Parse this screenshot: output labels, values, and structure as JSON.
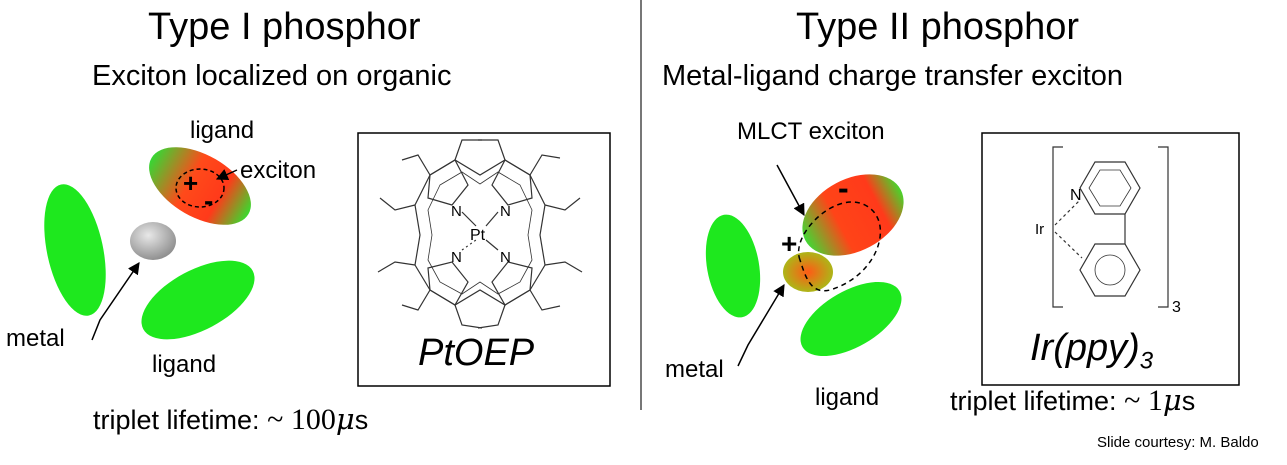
{
  "left": {
    "title": "Type I phosphor",
    "subtitle": "Exciton localized on organic",
    "labels": {
      "ligand_top": "ligand",
      "exciton": "exciton",
      "plus": "+",
      "minus": "-",
      "metal": "metal",
      "ligand_bottom": "ligand"
    },
    "molecule": {
      "name": "PtOEP",
      "center_atom": "Pt",
      "n_atom": "N"
    },
    "lifetime": {
      "prefix": "triplet lifetime:",
      "tilde": "~",
      "value": "100",
      "mu": "μ",
      "unit": "s"
    }
  },
  "right": {
    "title": "Type II phosphor",
    "subtitle": "Metal-ligand charge transfer exciton",
    "labels": {
      "mlct": "MLCT exciton",
      "plus": "+",
      "minus": "-",
      "metal": "metal",
      "ligand": "ligand"
    },
    "molecule": {
      "name_main": "Ir(ppy)",
      "name_sub": "3",
      "bracket_sub": "3",
      "ir_atom": "Ir",
      "n_atom": "N"
    },
    "lifetime": {
      "prefix": "triplet lifetime:",
      "tilde": "~",
      "value": "1",
      "mu": "μ",
      "unit": "s"
    }
  },
  "footer": {
    "courtesy": "Slide courtesy: M. Baldo"
  },
  "colors": {
    "ligand_green": "#1ee81e",
    "exciton_red": "#ff3a1a",
    "metal_gray": "#a8a8a8",
    "divider": "#777777"
  }
}
